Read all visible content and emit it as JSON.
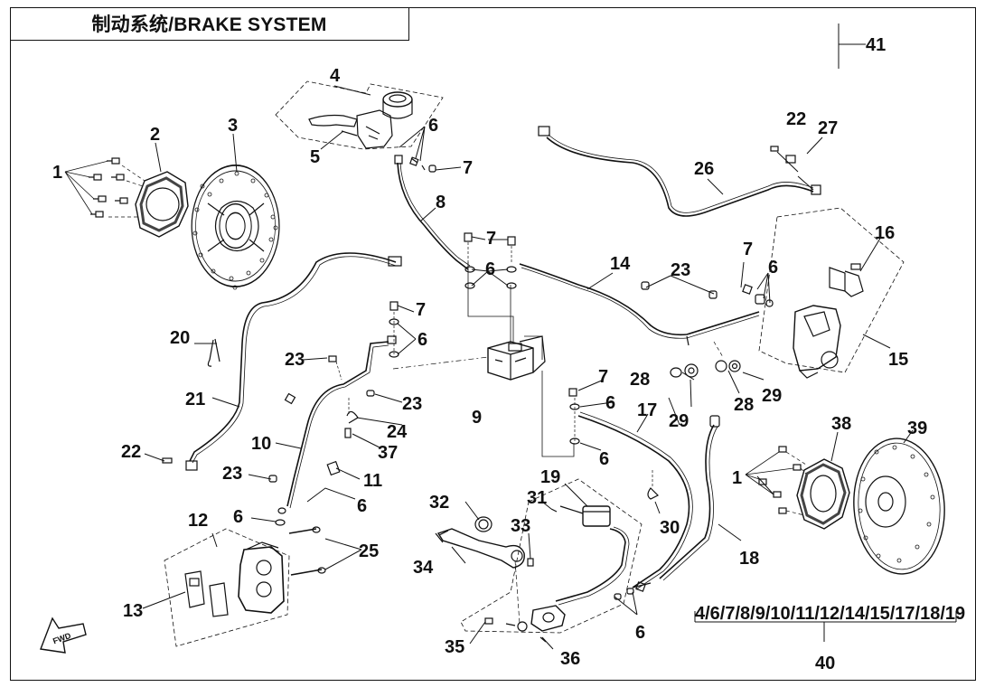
{
  "title": "制动系统/BRAKE SYSTEM",
  "kit_note": "4/6/7/8/9/10/11/12/14/15/17/18/19",
  "fwd_label": "FWD",
  "callouts": {
    "c1a": "1",
    "c2": "2",
    "c3": "3",
    "c4": "4",
    "c5": "5",
    "c6a": "6",
    "c6b": "6",
    "c6c": "6",
    "c6d": "6",
    "c6e": "6",
    "c6f": "6",
    "c6g": "6",
    "c6h": "6",
    "c6i": "6",
    "c7a": "7",
    "c7b": "7",
    "c7c": "7",
    "c7d": "7",
    "c7e": "7",
    "c8": "8",
    "c9": "9",
    "c10": "10",
    "c11": "11",
    "c12": "12",
    "c13": "13",
    "c14": "14",
    "c15": "15",
    "c16": "16",
    "c17": "17",
    "c18": "18",
    "c19": "19",
    "c20": "20",
    "c21": "21",
    "c22a": "22",
    "c22b": "22",
    "c23a": "23",
    "c23b": "23",
    "c23c": "23",
    "c23d": "23",
    "c24": "24",
    "c25": "25",
    "c26": "26",
    "c27": "27",
    "c28a": "28",
    "c28b": "28",
    "c29a": "29",
    "c29b": "29",
    "c30": "30",
    "c31": "31",
    "c32": "32",
    "c33": "33",
    "c34": "34",
    "c35": "35",
    "c36": "36",
    "c37": "37",
    "c38": "38",
    "c39": "39",
    "c1b": "1",
    "c40": "40",
    "c41": "41"
  }
}
